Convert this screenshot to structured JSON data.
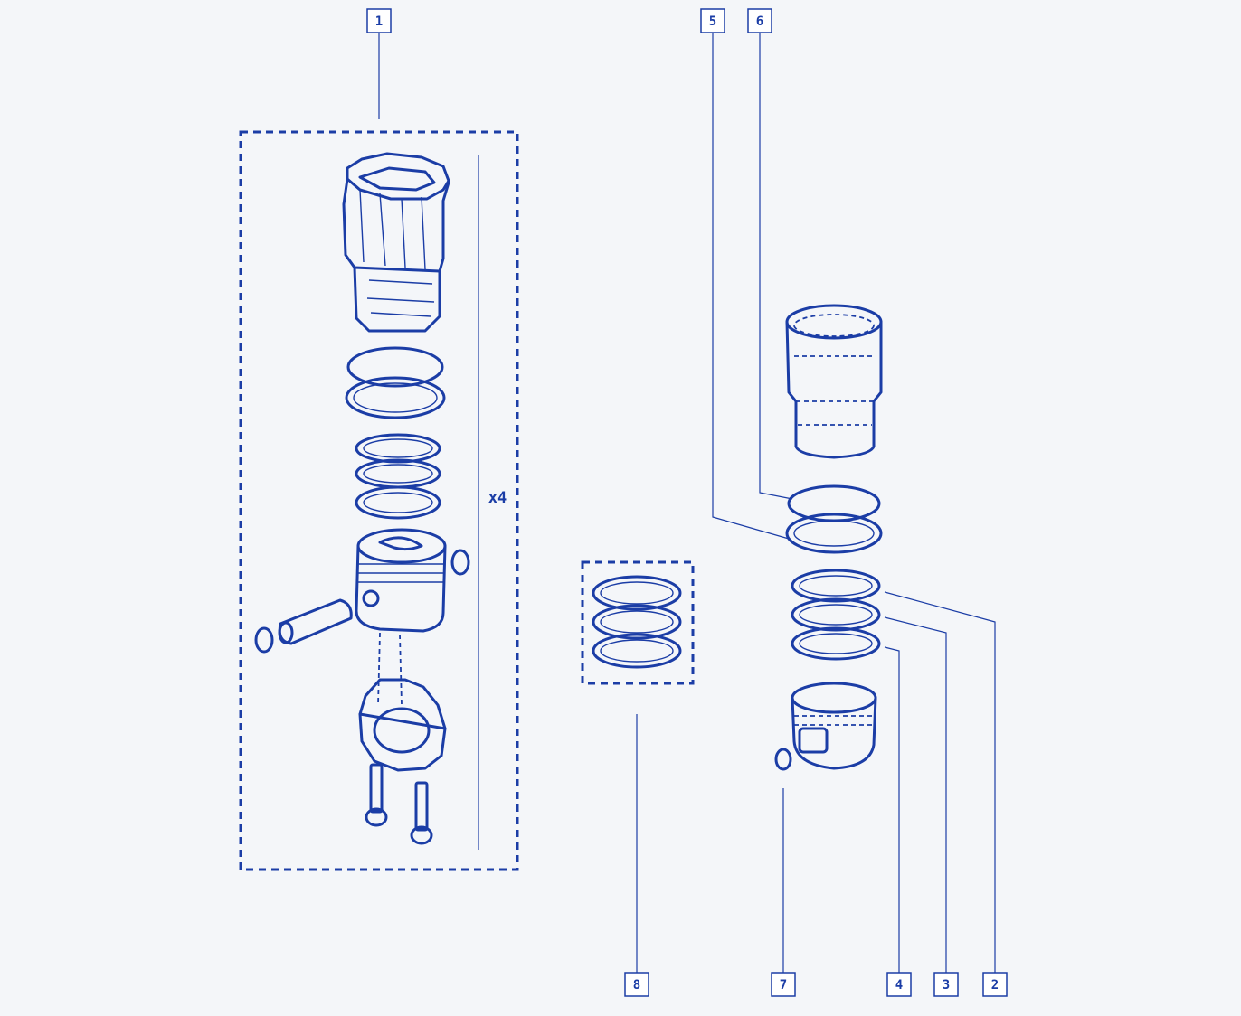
{
  "diagram": {
    "line_color": "#1b3da6",
    "background": "#f4f6f9",
    "callouts": [
      {
        "label": "1"
      },
      {
        "label": "5"
      },
      {
        "label": "6"
      },
      {
        "label": "8"
      },
      {
        "label": "7"
      },
      {
        "label": "4"
      },
      {
        "label": "3"
      },
      {
        "label": "2"
      }
    ],
    "quantity_label": "x4"
  }
}
